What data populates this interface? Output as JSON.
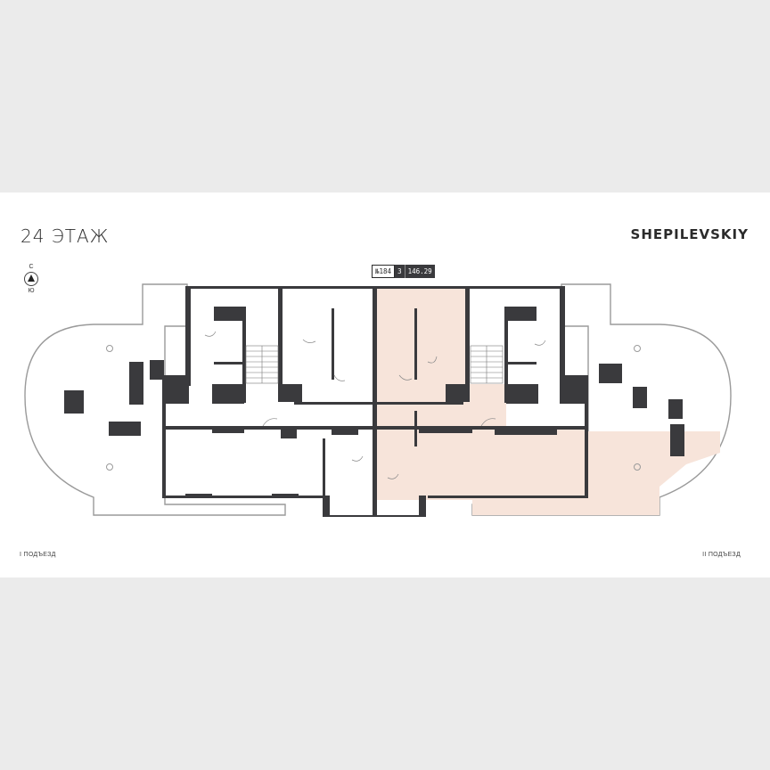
{
  "floor_title": "24 ЭТАЖ",
  "brand": "SHEPILEVSKIY",
  "compass": {
    "north": "С",
    "south": "Ю",
    "icon": "north-arrow-icon"
  },
  "entrances": {
    "left": "I ПОДЪЕЗД",
    "right": "II ПОДЪЕЗД"
  },
  "selected_unit": {
    "number": "№184",
    "rooms": "3",
    "area": "146.29"
  },
  "colors": {
    "page_background": "#ebebeb",
    "sheet_background": "#ffffff",
    "wall": "#3a3a3d",
    "selected_fill": "#f7e4da"
  }
}
